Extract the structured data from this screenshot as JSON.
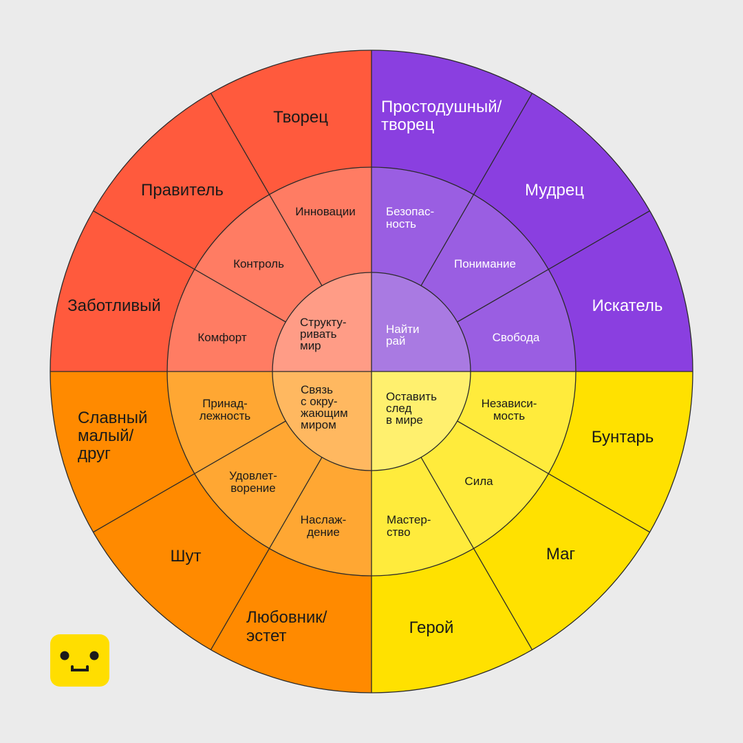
{
  "colors": {
    "background": "#ebebeb",
    "line": "#2a2a2a",
    "red": [
      "#ff5a3d",
      "#ff7c63",
      "#ff9c86"
    ],
    "purple": [
      "#8a3fe0",
      "#9a5ee2",
      "#a97ae2"
    ],
    "orange": [
      "#ff8a00",
      "#ffa733",
      "#ffb860"
    ],
    "yellow": [
      "#ffe100",
      "#ffeb3c",
      "#fff06e"
    ],
    "logo": "#ffde00"
  },
  "inner": [
    {
      "quadrant": "red",
      "lines": [
        "Структу-",
        "ривать",
        "мир"
      ]
    },
    {
      "quadrant": "purple",
      "lines": [
        "Найти",
        "рай"
      ]
    },
    {
      "quadrant": "orange",
      "lines": [
        "Связь",
        "с окру-",
        "жающим",
        "миром"
      ]
    },
    {
      "quadrant": "yellow",
      "lines": [
        "Оставить",
        "след",
        "в мире"
      ]
    }
  ],
  "middle": [
    {
      "lines": [
        "Инновации"
      ]
    },
    {
      "lines": [
        "Контроль"
      ]
    },
    {
      "lines": [
        "Комфорт"
      ]
    },
    {
      "lines": [
        "Безопас-",
        "ность"
      ]
    },
    {
      "lines": [
        "Понимание"
      ]
    },
    {
      "lines": [
        "Свобода"
      ]
    },
    {
      "lines": [
        "Принад-",
        "лежность"
      ]
    },
    {
      "lines": [
        "Удовлет-",
        "ворение"
      ]
    },
    {
      "lines": [
        "Наслаж-",
        "дение"
      ]
    },
    {
      "lines": [
        "Независи-",
        "мость"
      ]
    },
    {
      "lines": [
        "Сила"
      ]
    },
    {
      "lines": [
        "Мастер-",
        "ство"
      ]
    }
  ],
  "outer": [
    {
      "lines": [
        "Творец"
      ]
    },
    {
      "lines": [
        "Правитель"
      ]
    },
    {
      "lines": [
        "Заботливый"
      ]
    },
    {
      "lines": [
        "Простодушный/",
        "творец"
      ]
    },
    {
      "lines": [
        "Мудрец"
      ]
    },
    {
      "lines": [
        "Искатель"
      ]
    },
    {
      "lines": [
        "Славный",
        "малый/",
        "друг"
      ]
    },
    {
      "lines": [
        "Шут"
      ]
    },
    {
      "lines": [
        "Любовник/",
        "эстет"
      ]
    },
    {
      "lines": [
        "Бунтарь"
      ]
    },
    {
      "lines": [
        "Маг"
      ]
    },
    {
      "lines": [
        "Герой"
      ]
    }
  ],
  "logo": {
    "icon": "smiley-face-icon"
  }
}
